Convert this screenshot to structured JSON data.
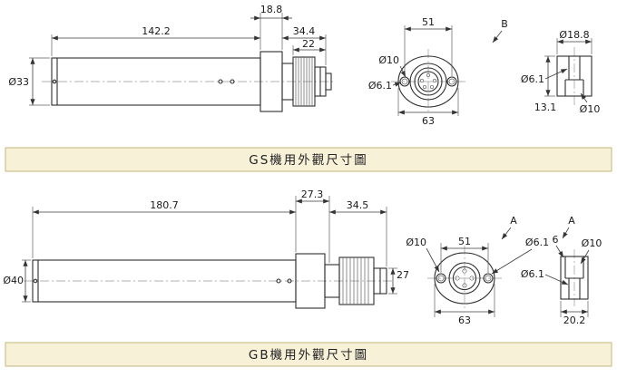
{
  "gs": {
    "banner": "GS機用外觀尺寸圖",
    "side": {
      "len_body": "142.2",
      "len_neck": "18.8",
      "len_conn": "34.4",
      "len_tip": "22",
      "dia_body": "Ø33"
    },
    "front": {
      "pitch": "51",
      "view_label": "B",
      "dia_cbore": "Ø10",
      "dia_hole": "Ø6.1",
      "width": "63"
    },
    "section": {
      "dia_outer": "Ø18.8",
      "dia_hole": "Ø6.1",
      "length": "13.1",
      "dia_bore": "Ø10"
    }
  },
  "gb": {
    "banner": "GB機用外觀尺寸圖",
    "side": {
      "len_body": "180.7",
      "len_neck": "27.3",
      "len_conn": "34.5",
      "dia_body": "Ø40",
      "dia_conn": "27"
    },
    "front": {
      "dia_cbore": "Ø10",
      "pitch": "51",
      "view_label": "A",
      "dia_hole": "Ø6.1",
      "width": "63"
    },
    "section": {
      "view_label": "A",
      "depth": "6",
      "dia_bore": "Ø10",
      "dia_hole": "Ø6.1",
      "length": "20.2"
    }
  }
}
